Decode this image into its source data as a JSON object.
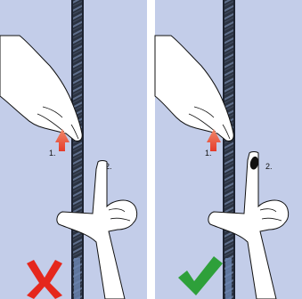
{
  "panels": [
    {
      "verdict": "incorrect",
      "icon": "red-x-icon",
      "labels": {
        "step1": "1.",
        "step2": "2."
      }
    },
    {
      "verdict": "correct",
      "icon": "green-check-icon",
      "labels": {
        "step1": "1.",
        "step2": "2."
      }
    }
  ],
  "colors": {
    "background": "#c3cde9",
    "rope": "#2b3342",
    "rope_core": "#6d87b4",
    "arrow": "#e3462f",
    "cross": "#e5271c",
    "check": "#2ea03a",
    "residue": "#111111"
  }
}
